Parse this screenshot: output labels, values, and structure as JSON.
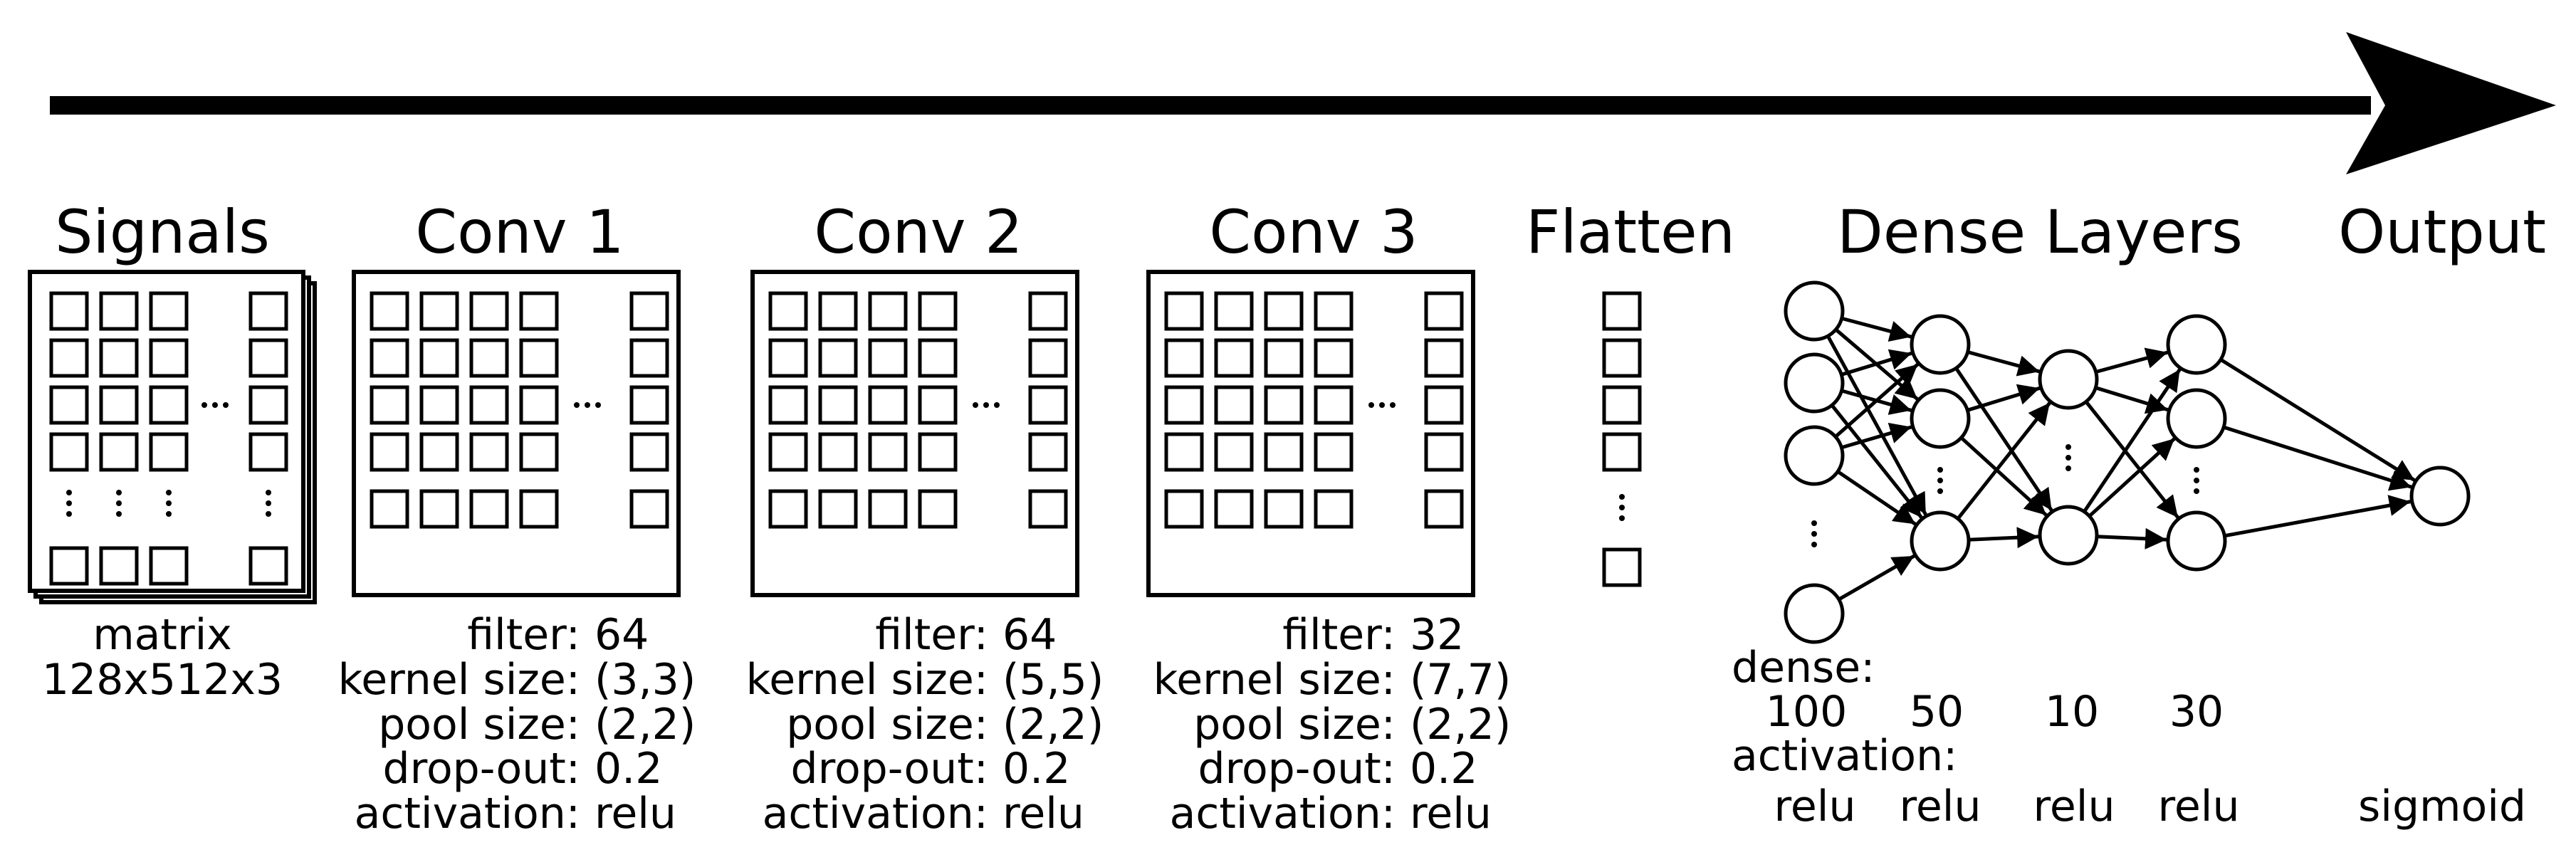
{
  "flow_arrow": {
    "icon": "right-arrow-icon"
  },
  "signals": {
    "title": "Signals",
    "caption_line1": "matrix",
    "caption_line2": "128x512x3"
  },
  "conv_layers": [
    {
      "title": "Conv 1",
      "params": [
        {
          "key": "filter:",
          "value": "64"
        },
        {
          "key": "kernel size:",
          "value": "(3,3)"
        },
        {
          "key": "pool size:",
          "value": "(2,2)"
        },
        {
          "key": "drop-out:",
          "value": "0.2"
        },
        {
          "key": "activation:",
          "value": "relu"
        }
      ]
    },
    {
      "title": "Conv 2",
      "params": [
        {
          "key": "filter:",
          "value": "64"
        },
        {
          "key": "kernel size:",
          "value": "(5,5)"
        },
        {
          "key": "pool size:",
          "value": "(2,2)"
        },
        {
          "key": "drop-out:",
          "value": "0.2"
        },
        {
          "key": "activation:",
          "value": "relu"
        }
      ]
    },
    {
      "title": "Conv 3",
      "params": [
        {
          "key": "filter:",
          "value": "32"
        },
        {
          "key": "kernel size:",
          "value": "(7,7)"
        },
        {
          "key": "pool size:",
          "value": "(2,2)"
        },
        {
          "key": "drop-out:",
          "value": "0.2"
        },
        {
          "key": "activation:",
          "value": "relu"
        }
      ]
    }
  ],
  "flatten": {
    "title": "Flatten"
  },
  "dense": {
    "title": "Dense Layers",
    "dense_label": "dense:",
    "units": [
      "100",
      "50",
      "10",
      "30"
    ],
    "activation_label": "activation:",
    "activations": [
      "relu",
      "relu",
      "relu",
      "relu"
    ]
  },
  "output": {
    "title": "Output",
    "activation": "sigmoid"
  }
}
